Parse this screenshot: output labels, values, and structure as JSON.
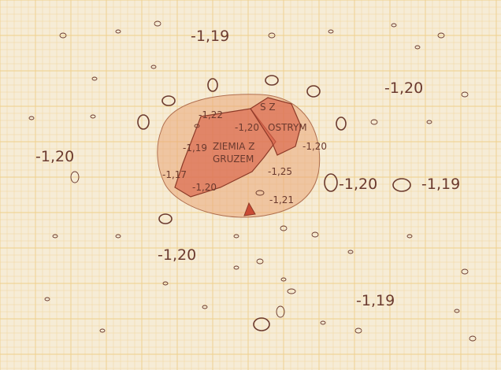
{
  "drawing": {
    "labels": {
      "top_left": "-1,19",
      "top_right": "-1,20",
      "left": "-1,20",
      "zone_122": "-1,22",
      "zone_120_in": "-1,20",
      "zone_119": "-1,19",
      "zone_117": "-1,17",
      "zone_120_lo": "-1,20",
      "zone_125": "-1,25",
      "zone_121": "-1,21",
      "right_120": "-1,20",
      "east_120": "-1,20",
      "east_119": "-1,19",
      "bottom_left": "-1,20",
      "bottom_right": "-1,19"
    },
    "zone_text": {
      "sz": "S Z",
      "ostrym": "OSTRYM",
      "ziemia_line1": "ZIEMIA Z",
      "ziemia_line2": "GRUZEM"
    },
    "colors": {
      "paper": "#f6ecd6",
      "grid": "#efcf8a",
      "pencil": "#6b3a2e",
      "outer_zone": "#e9a577",
      "inner_zone": "#d9624a"
    }
  }
}
